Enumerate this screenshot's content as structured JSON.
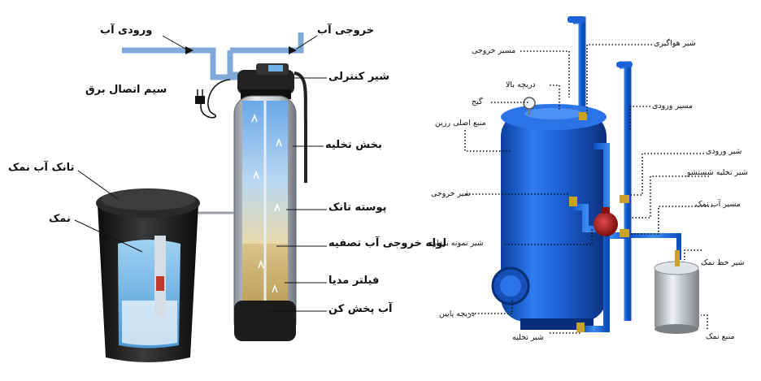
{
  "left_labels": {
    "water_outlet": "خروجی آب",
    "water_inlet": "ورودی آب",
    "control_valve": "شیر کنترلی",
    "power_cable": "سیم اتصال برق",
    "drain_section": "بخش تخلیه",
    "salt_water_tank": "تانک آب نمک",
    "salt": "نمک",
    "tank_shell": "پوسته تانک",
    "treated_water_outlet_pipe": "لوله خروجی آب تصفیه",
    "media_filter": "فیلتر مدیا",
    "water_distributor": "آب پخش کن"
  },
  "right_labels": {
    "air_vent_valve": "شیر هواگیری",
    "outlet_path": "مسیر خروجی",
    "top_hatch": "دریچه بالا",
    "inlet_path": "مسیر ورودی",
    "gauge": "گیج",
    "main_resin_source": "منبع اصلی رزین",
    "inlet_valve": "شیر ورودی",
    "backwash_drain_valve": "شیر تخلیه شستشو",
    "outlet_valve": "شیر خروجی",
    "brine_path": "مسیر آب نمک",
    "sampling_valve": "شیر نمونه برداری",
    "salt_line_valve": "شیر خط نمک",
    "bottom_hatch": "دریچه پایین",
    "drain_valve": "شیر تخلیه",
    "salt_source": "منبع نمک"
  },
  "colors": {
    "pipe_light_blue": "#7fa9d6",
    "tank_blue": "#1a5fd6",
    "accent_red": "#b31a1a",
    "brass": "#c9a227",
    "salt_tank_black": "#1c1c1c"
  }
}
